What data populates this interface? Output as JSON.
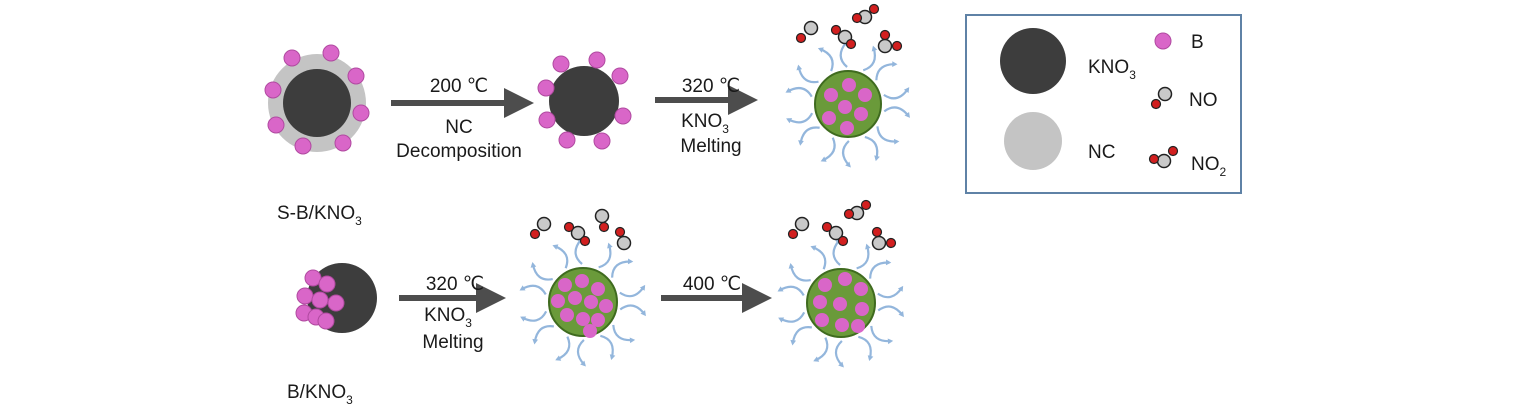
{
  "colors": {
    "kno3": "#3d3d3d",
    "nc": "#c4c4c4",
    "boron": "#d966c8",
    "boron_edge": "#b04aa0",
    "melt": "#6a9a3a",
    "melt_edge": "#3f6b1f",
    "gas_arrow": "#93b6dc",
    "arrow": "#4d4d4d",
    "oxygen": "#d21f1f",
    "nitrogen": "#c9c9c9",
    "legend_border": "#5f82a6"
  },
  "row1": {
    "sample": {
      "main": "S-B/KNO",
      "sub": "3"
    },
    "step1": {
      "temp": "200 ℃",
      "line1": "NC",
      "line2": "Decomposition"
    },
    "step2": {
      "temp": "320 ℃",
      "line1_main": "KNO",
      "line1_sub": "3",
      "line2": "Melting"
    }
  },
  "row2": {
    "sample": {
      "main": "B/KNO",
      "sub": "3"
    },
    "step1": {
      "temp": "320 ℃",
      "line1_main": "KNO",
      "line1_sub": "3",
      "line2": "Melting"
    },
    "step2": {
      "temp": "400 ℃"
    }
  },
  "legend": {
    "kno3": {
      "main": "KNO",
      "sub": "3"
    },
    "nc": "NC",
    "b": "B",
    "no": "NO",
    "no2": {
      "main": "NO",
      "sub": "2"
    }
  }
}
